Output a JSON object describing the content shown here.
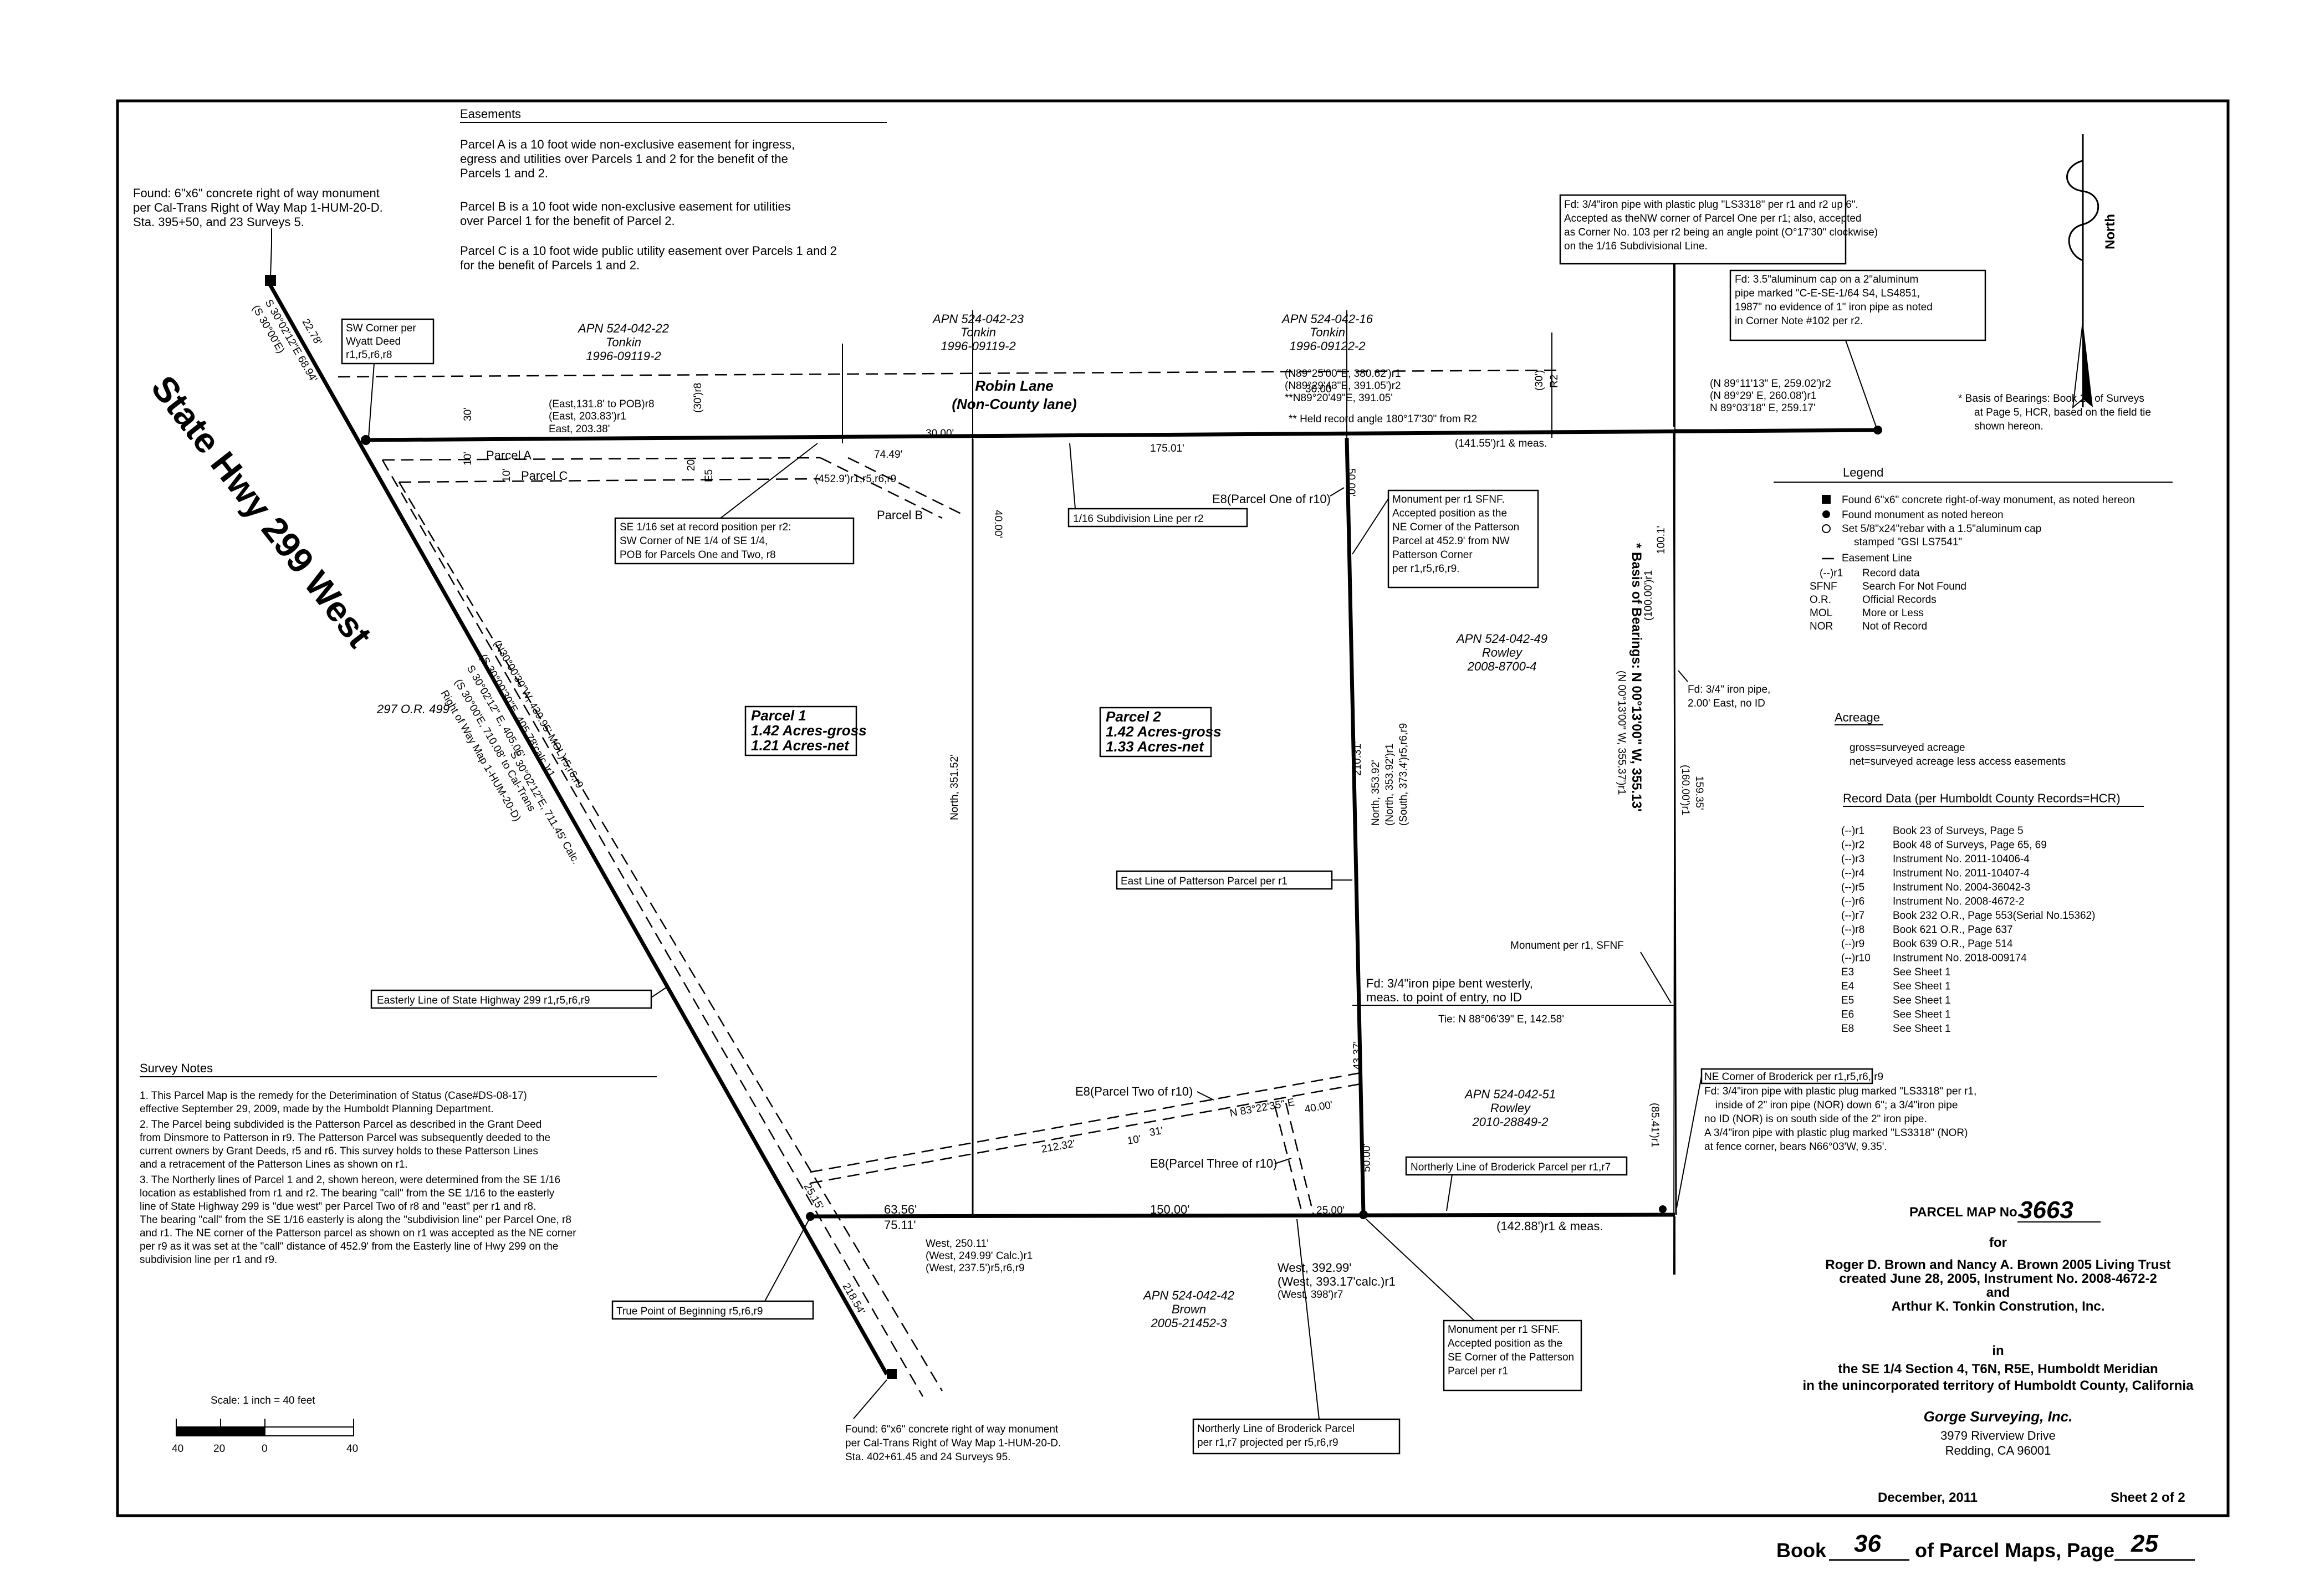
{
  "easements": {
    "title": "Easements",
    "a1": "Parcel A is a 10 foot wide non-exclusive easement for ingress,",
    "a2": "egress and utilities over Parcels 1 and 2 for the benefit of the",
    "a3": "Parcels 1 and 2.",
    "b1": "Parcel B is a 10 foot wide non-exclusive easement for utilities",
    "b2": "over Parcel 1 for the benefit of Parcel 2.",
    "c1": "Parcel C is a 10 foot wide public utility easement over Parcels 1 and 2",
    "c2": "for the benefit of Parcels 1 and 2."
  },
  "found_nw": {
    "l1": "Found: 6\"x6\" concrete right of way monument",
    "l2": "per Cal-Trans Right of Way Map 1-HUM-20-D.",
    "l3": "Sta. 395+50, and 23 Surveys 5."
  },
  "highway": {
    "name": "State Hwy 299 West",
    "bearing_nw1": "(S 30°00'E)",
    "bearing_nw2": "S 30°02'12\"E 68.94'",
    "dist_22": "22.78'",
    "b1": "(N30°00'30\"W, 439.95' MOL)r5,r6,r9",
    "b2": "(S 30°00'30\"E, 405.78'calc.)r1",
    "b3": "S 30°02'12\" E, 405.06'",
    "b4": "(S 30°00'E, 710.08' to Cal-Trans",
    "b5": "Right of Way Map 1-HUM-20-D)",
    "b6": "S 30°02'12\"E, 711.45' Calc.",
    "dist_se": "218.54'",
    "dist_ll": "25.15'",
    "easterly_line": "Easterly Line of State Highway 299 r1,r5,r6,r9"
  },
  "sw_corner": {
    "l1": "SW Corner per",
    "l2": "Wyatt Deed",
    "l3": "r1,r5,r6,r8"
  },
  "north_dims": {
    "east1": "(East,131.8' to POB)r8",
    "east2": "(East, 203.83')r1",
    "east3": "East, 203.38'",
    "d30": "30'",
    "d10": "10'",
    "d20": "20'",
    "e5": "E5",
    "d30b": "(30')r8",
    "d7449": "74.49'",
    "d45282": "(452.9')r1,r5,r6,r9",
    "d3000": "30.00'",
    "d17501": "175.01'",
    "d3000b": "30.00'",
    "d14155": "(141.55')r1 & meas.",
    "d40a": "40.00'",
    "d50a": "50.00'"
  },
  "parcel_labels": {
    "a": "Parcel A",
    "b": "Parcel B",
    "c": "Parcel C",
    "r1": "297 O.R. 499"
  },
  "apns": {
    "a22": "APN 524-042-22",
    "a22o": "Tonkin",
    "a22d": "1996-09119-2",
    "a23": "APN 524-042-23",
    "a23o": "Tonkin",
    "a23d": "1996-09119-2",
    "a16": "APN 524-042-16",
    "a16o": "Tonkin",
    "a16d": "1996-09122-2",
    "a49": "APN 524-042-49",
    "a49o": "Rowley",
    "a49d": "2008-8700-4",
    "a51": "APN 524-042-51",
    "a51o": "Rowley",
    "a51d": "2010-28849-2",
    "a42": "APN 524-042-42",
    "a42o": "Brown",
    "a42d": "2005-21452-3"
  },
  "robin": {
    "name": "Robin Lane",
    "sub": "(Non-County lane)"
  },
  "ne_bearings": {
    "l1": "(N89°25'00\"E, 380.62')r1",
    "l2": "(N89°29'43\"E, 391.05')r2",
    "l3": "**N89°20'49\"E, 391.05'",
    "l4": "** Held record angle 180°17'30\" from R2",
    "r2": "R2",
    "d30": "(30')"
  },
  "fd_34_nw": {
    "l1": "Fd: 3/4\"iron pipe with plastic plug \"LS3318\" per r1 and r2 up 6\".",
    "l2": "Accepted as theNW corner of Parcel One per r1; also, accepted",
    "l3": "as Corner No. 103 per r2 being an angle point (O°17'30\" clockwise)",
    "l4": "on the 1/16 Subdivisional Line."
  },
  "fd_35": {
    "l1": "Fd: 3.5\"aluminum cap on a 2\"aluminum",
    "l2": "pipe marked \"C-E-SE-1/64 S4, LS4851,",
    "l3": "1987\" no evidence of 1\" iron pipe as noted",
    "l4": "in Corner Note #102 per r2."
  },
  "ne_tie": {
    "l1": "(N 89°11'13\" E, 259.02')r2",
    "l2": "(N 89°29' E, 260.08')r1",
    "l3": "N 89°03'18\" E, 259.17'"
  },
  "north_arrow": {
    "label": "North"
  },
  "basis": {
    "l1": "* Basis of Bearings: Book 23 of Surveys",
    "l2": "at Page 5, HCR, based on the field tie",
    "l3": "shown hereon."
  },
  "se16": {
    "l1": "SE 1/16 set at record position per r2:",
    "l2": "SW Corner of NE 1/4 of SE 1/4,",
    "l3": "POB for Parcels One and Two, r8"
  },
  "subdiv": {
    "label": "1/16 Subdivision Line per r2"
  },
  "e8_one": {
    "label": "E8(Parcel One of r10)"
  },
  "monument_ne": {
    "l1": "Monument per r1 SFNF.",
    "l2": "Accepted position as the",
    "l3": "NE Corner of the Patterson",
    "l4": "Parcel at 452.9' from NW",
    "l5": "Patterson Corner",
    "l6": "per r1,r5,r6,r9."
  },
  "parcel1": {
    "name": "Parcel 1",
    "gross": "1.42 Acres-gross",
    "net": "1.21 Acres-net"
  },
  "parcel2": {
    "name": "Parcel 2",
    "gross": "1.42 Acres-gross",
    "net": "1.33 Acres-net"
  },
  "west_line": {
    "north": "North, 351.52'"
  },
  "east_line": {
    "d21031": "210.31'",
    "north1": "North, 353.92'",
    "north2": "(North, 353.92')r1",
    "south": "(South, 373.4')r5,r6,r9",
    "label": "East Line of Patterson Parcel per r1",
    "d4337": "43.37'",
    "d5000": "50.00'"
  },
  "east_bound": {
    "d1000r1": "(100.00')r1",
    "d1001": "100.1'",
    "basis": "* Basis of Bearings: N 00°13'00\" W, 355.13'",
    "rec": "(N 00°13'00\" W, 355.37')r1",
    "d1600": "(160.00')r1",
    "d15935": "159.35'",
    "d8541": "(85.41')r1"
  },
  "fd_34_east": {
    "l1": "Fd: 3/4\" iron pipe,",
    "l2": "2.00' East, no ID"
  },
  "mon_sfnf": {
    "label": "Monument per r1, SFNF"
  },
  "fd_bent": {
    "l1": "Fd: 3/4\"iron pipe bent westerly,",
    "l2": "meas. to point of entry, no ID"
  },
  "tie": {
    "label": "Tie: N 88°06'39\" E, 142.58'"
  },
  "ne_broderick": {
    "l1": "NE Corner of Broderick per r1,r5,r6, r9",
    "l2": "Fd: 3/4\"iron pipe with plastic plug marked \"LS3318\" per r1,",
    "l3": "inside of 2\" iron pipe (NOR) down 6\"; a 3/4\"iron pipe",
    "l4": "no ID (NOR) is on south side of the 2\" iron pipe.",
    "l5": "A 3/4\"iron pipe with plastic plug marked \"LS3318\" (NOR)",
    "l6": "at fence corner, bears N66°03'W, 9.35'."
  },
  "e8_two": {
    "label": "E8(Parcel Two of r10)"
  },
  "e8_three": {
    "label": "E8(Parcel Three of r10)"
  },
  "easement_s": {
    "b": "N 83°22'35\" E",
    "d40": "40.00'",
    "d212": "212.32'",
    "d31": "31'",
    "d10": "10'"
  },
  "northerly_broderick": {
    "label": "Northerly Line of Broderick Parcel per r1,r7"
  },
  "south_dims": {
    "d6356": "63.56'",
    "d7511": "75.11'",
    "d150": "150.00'",
    "d25": "25.00'",
    "d14288": "(142.88')r1 & meas.",
    "w1": "West, 250.11'",
    "w2": "(West, 249.99' Calc.)r1",
    "w3": "(West, 237.5')r5,r6,r9",
    "w4": "West, 392.99'",
    "w5": "(West, 393.17'calc.)r1",
    "w6": "(West, 398')r7"
  },
  "tpob": {
    "label": "True Point of Beginning r5,r6,r9"
  },
  "monument_se": {
    "l1": "Monument per r1 SFNF.",
    "l2": "Accepted position as the",
    "l3": "SE Corner of the Patterson",
    "l4": "Parcel per r1"
  },
  "proj": {
    "l1": "Northerly Line of Broderick Parcel",
    "l2": "per r1,r7 projected per r5,r6,r9"
  },
  "found_s": {
    "l1": "Found: 6\"x6\" concrete right of way monument",
    "l2": "per Cal-Trans Right of Way Map 1-HUM-20-D.",
    "l3": "Sta. 402+61.45 and 24 Surveys 95."
  },
  "notes": {
    "title": "Survey Notes",
    "l1": "1. This Parcel Map is the remedy for the Deterimination of Status (Case#DS-08-17)",
    "l2": "effective September 29, 2009, made by the Humboldt Planning Department.",
    "l3": "2. The Parcel being subdivided is the Patterson Parcel as described in the Grant Deed",
    "l4": "from Dinsmore to Patterson in r9. The Patterson Parcel was subsequently deeded to the",
    "l5": "current owners by Grant Deeds, r5 and r6. This survey holds to these Patterson Lines",
    "l6": "and a retracement of the Patterson Lines as shown on r1.",
    "l7": "3. The Northerly lines of Parcel 1 and 2, shown hereon, were determined from the SE 1/16",
    "l8": "location as established from r1 and r2. The bearing \"call\" from the SE 1/16 to the easterly",
    "l9": "line of State Highway 299 is \"due west\" per Parcel Two of r8 and \"east\" per r1 and r8.",
    "l10": "The bearing \"call\" from the SE 1/16 easterly is along the \"subdivision line\" per Parcel One, r8",
    "l11": "and r1. The NE corner of the Patterson parcel as shown on r1 was accepted as the NE corner",
    "l12": "per r9 as it was set at the \"call\" distance of 452.9' from the Easterly line of Hwy 299 on the",
    "l13": "subdivision line per r1 and r9."
  },
  "scale": {
    "label": "Scale: 1 inch = 40 feet",
    "t0": "40",
    "t1": "20",
    "t2": "0",
    "t3": "40"
  },
  "legend": {
    "title": "Legend",
    "l1": "Found 6\"x6\" concrete right-of-way monument, as noted hereon",
    "l2": "Found monument as noted hereon",
    "l3a": "Set 5/8\"x24\"rebar with a 1.5\"aluminum cap",
    "l3b": "stamped \"GSI LS7541\"",
    "l4": "Easement Line",
    "k5": "(--)r1",
    "v5": "Record data",
    "k6": "SFNF",
    "v6": "Search For Not Found",
    "k7": "O.R.",
    "v7": "Official Records",
    "k8": "MOL",
    "v8": "More or Less",
    "k9": "NOR",
    "v9": "Not of Record"
  },
  "acreage": {
    "title": "Acreage",
    "l1": "gross=surveyed acreage",
    "l2": "net=surveyed acreage less access easements"
  },
  "records": {
    "title": "Record Data (per Humboldt County Records=HCR)",
    "items": [
      [
        "(--)r1",
        "Book 23 of Surveys, Page 5"
      ],
      [
        "(--)r2",
        "Book 48 of Surveys, Page 65, 69"
      ],
      [
        "(--)r3",
        "Instrument No. 2011-10406-4"
      ],
      [
        "(--)r4",
        "Instrument No. 2011-10407-4"
      ],
      [
        "(--)r5",
        "Instrument No. 2004-36042-3"
      ],
      [
        "(--)r6",
        "Instrument No. 2008-4672-2"
      ],
      [
        "(--)r7",
        "Book 232 O.R., Page 553(Serial No.15362)"
      ],
      [
        "(--)r8",
        "Book 621 O.R., Page 637"
      ],
      [
        "(--)r9",
        "Book 639 O.R., Page 514"
      ],
      [
        "(--)r10",
        "Instrument No. 2018-009174"
      ],
      [
        "E3",
        "See Sheet 1"
      ],
      [
        "E4",
        "See Sheet 1"
      ],
      [
        "E5",
        "See Sheet 1"
      ],
      [
        "E6",
        "See Sheet 1"
      ],
      [
        "E8",
        "See Sheet 1"
      ]
    ]
  },
  "title_block": {
    "pm": "PARCEL MAP No.",
    "pm_no": "3663",
    "for": "for",
    "o1": "Roger D. Brown and Nancy A. Brown 2005 Living Trust",
    "o2": "created June 28, 2005, Instrument No. 2008-4672-2",
    "and": "and",
    "o3": "Arthur K. Tonkin Constrution, Inc.",
    "in": "in",
    "loc1": "the SE 1/4 Section 4, T6N, R5E, Humboldt Meridian",
    "loc2": "in the unincorporated territory of Humboldt County, California",
    "firm": "Gorge Surveying, Inc.",
    "addr1": "3979 Riverview Drive",
    "addr2": "Redding, CA 96001",
    "date": "December, 2011",
    "sheet": "Sheet 2 of 2"
  },
  "book": {
    "pre": "Book",
    "no": "36",
    "mid": "of Parcel Maps, Page",
    "page": "25"
  }
}
